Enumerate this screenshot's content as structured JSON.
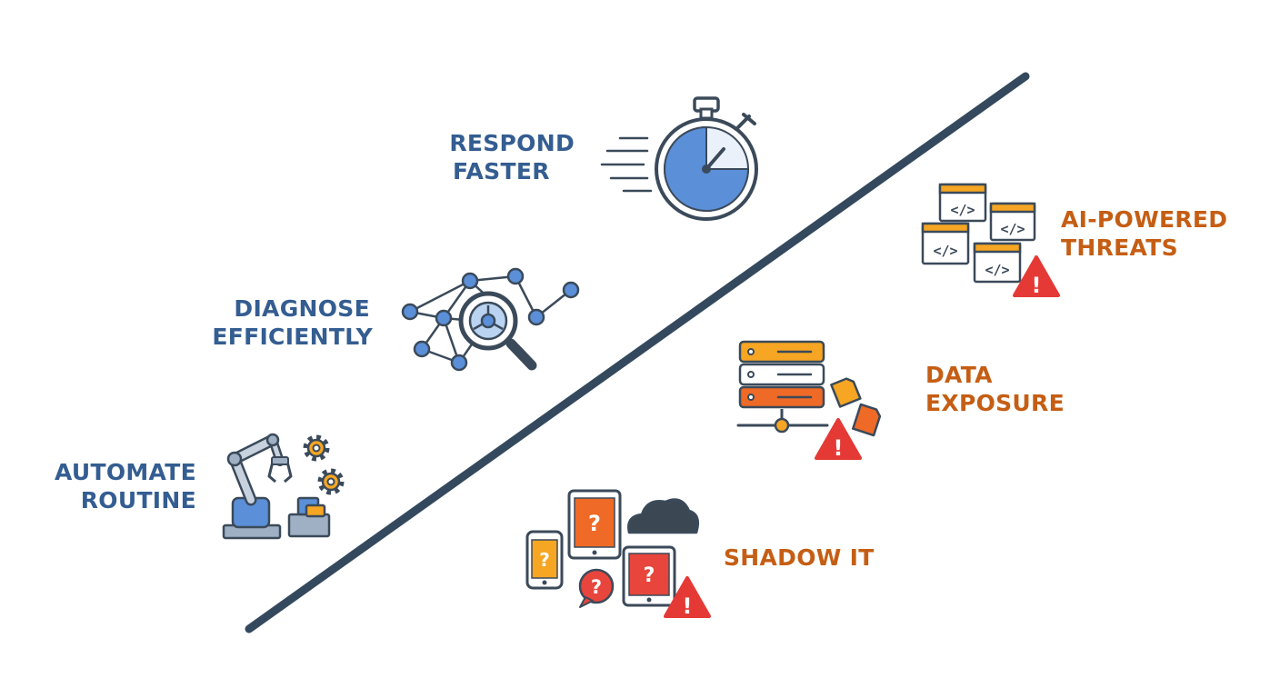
{
  "colors": {
    "benefit_text": "#345d91",
    "risk_text": "#c55e14",
    "divider": "#34495e",
    "icon_blue": "#5b8fd8",
    "icon_orange": "#ee6a26",
    "icon_amber": "#f6a623",
    "warning_red": "#e53935",
    "cloud": "#3c4754"
  },
  "benefits": [
    {
      "line1": "RESPOND",
      "line2": "FASTER",
      "icon": "stopwatch-icon"
    },
    {
      "line1": "DIAGNOSE",
      "line2": "EFFICIENTLY",
      "icon": "network-magnifier-icon"
    },
    {
      "line1": "AUTOMATE",
      "line2": "ROUTINE",
      "icon": "robotic-arm-icon"
    }
  ],
  "risks": [
    {
      "line1": "AI-POWERED",
      "line2": "THREATS",
      "icon": "code-windows-warning-icon"
    },
    {
      "line1": "DATA",
      "line2": "EXPOSURE",
      "icon": "server-leak-warning-icon"
    },
    {
      "line1": "SHADOW IT",
      "icon": "unknown-devices-cloud-icon"
    }
  ],
  "glyphs": {
    "code": "</>",
    "question": "?",
    "warning": "!"
  }
}
